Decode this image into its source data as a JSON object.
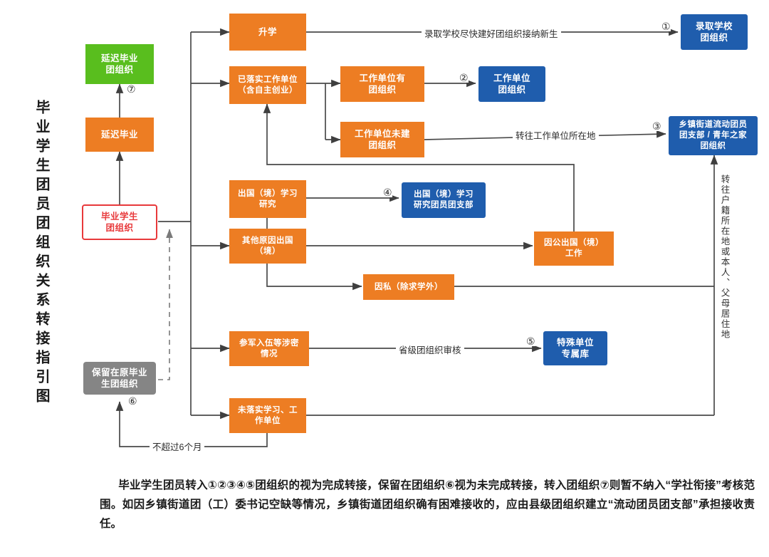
{
  "title_vertical": "毕业学生团员团组织关系转接指引图",
  "colors": {
    "orange": "#ED7D23",
    "blue": "#1F5DAD",
    "green": "#59BE1E",
    "gray": "#858585",
    "red": "#E8393B",
    "line": "#4a4a4a"
  },
  "nodes": {
    "delayed_grad_org": "延迟毕业\n团组织",
    "delayed_grad": "延迟毕业",
    "grad_student_org": "毕业学生\n团组织",
    "keep_original_org": "保留在原毕业\n生团组织",
    "further_study": "升学",
    "employed": "已落实工作单位\n（含自主创业）",
    "unit_has_org": "工作单位有\n团组织",
    "unit_no_org": "工作单位未建\n团组织",
    "abroad_study": "出国（境）学习\n研究",
    "abroad_other": "其他原因出国\n（境）",
    "abroad_public": "因公出国（境）\n工作",
    "abroad_private": "因私（除求学外）",
    "military": "参军入伍等涉密\n情况",
    "no_placement": "未落实学习、工\n作单位",
    "admit_school_org": "录取学校\n团组织",
    "work_unit_org": "工作单位\n团组织",
    "township_org": "乡镇街道流动团员\n团支部 / 青年之家\n团组织",
    "abroad_study_branch": "出国（境）学习\n研究团员团支部",
    "special_unit_db": "特殊单位\n专属库"
  },
  "edge_labels": {
    "admit_school": "录取学校尽快建好团组织接纳新生",
    "transfer_workplace": "转往工作单位所在地",
    "provincial_review": "省级团组织审核",
    "within_six_months": "不超过6个月",
    "transfer_household": "转往户籍所在地或本人、父母居住地"
  },
  "markers": {
    "one": "①",
    "two": "②",
    "three": "③",
    "four": "④",
    "five": "⑤",
    "six": "⑥",
    "seven": "⑦"
  },
  "footnote": {
    "line1": "毕业学生团员转入①②③④⑤团组织的视为完成转接，保留在团组织⑥视为未完成转接，转入团组织⑦则暂不纳入“学社衔接”考核范围。如因乡镇街道团（工）委书记空缺等情况，乡镇街道团组织确有困难接收的，应由县级团组织建立“流动团员团支部”承担接收责任。"
  },
  "chart_data": {
    "type": "diagram",
    "title": "毕业学生团员团组织关系转接指引图",
    "nodes": [
      {
        "id": "grad_student_org",
        "label": "毕业学生团组织",
        "style": "white-red-border"
      },
      {
        "id": "delayed_grad",
        "label": "延迟毕业",
        "style": "orange"
      },
      {
        "id": "delayed_grad_org",
        "label": "延迟毕业团组织",
        "style": "green",
        "marker": "⑦"
      },
      {
        "id": "keep_original_org",
        "label": "保留在原毕业生团组织",
        "style": "gray",
        "marker": "⑥"
      },
      {
        "id": "further_study",
        "label": "升学",
        "style": "orange"
      },
      {
        "id": "employed",
        "label": "已落实工作单位（含自主创业）",
        "style": "orange"
      },
      {
        "id": "unit_has_org",
        "label": "工作单位有团组织",
        "style": "orange"
      },
      {
        "id": "unit_no_org",
        "label": "工作单位未建团组织",
        "style": "orange"
      },
      {
        "id": "abroad_study",
        "label": "出国（境）学习研究",
        "style": "orange"
      },
      {
        "id": "abroad_other",
        "label": "其他原因出国（境）",
        "style": "orange"
      },
      {
        "id": "abroad_public",
        "label": "因公出国（境）工作",
        "style": "orange"
      },
      {
        "id": "abroad_private",
        "label": "因私（除求学外）",
        "style": "orange"
      },
      {
        "id": "military",
        "label": "参军入伍等涉密情况",
        "style": "orange"
      },
      {
        "id": "no_placement",
        "label": "未落实学习、工作单位",
        "style": "orange"
      },
      {
        "id": "admit_school_org",
        "label": "录取学校团组织",
        "style": "blue",
        "marker": "①"
      },
      {
        "id": "work_unit_org",
        "label": "工作单位团组织",
        "style": "blue",
        "marker": "②"
      },
      {
        "id": "township_org",
        "label": "乡镇街道流动团员团支部 / 青年之家团组织",
        "style": "blue",
        "marker": "③"
      },
      {
        "id": "abroad_study_branch",
        "label": "出国（境）学习研究团员团支部",
        "style": "blue",
        "marker": "④"
      },
      {
        "id": "special_unit_db",
        "label": "特殊单位专属库",
        "style": "blue",
        "marker": "⑤"
      }
    ],
    "edges": [
      {
        "from": "grad_student_org",
        "to": "further_study",
        "label": ""
      },
      {
        "from": "grad_student_org",
        "to": "employed",
        "label": ""
      },
      {
        "from": "grad_student_org",
        "to": "abroad_other",
        "label": ""
      },
      {
        "from": "grad_student_org",
        "to": "military",
        "label": ""
      },
      {
        "from": "grad_student_org",
        "to": "no_placement",
        "label": ""
      },
      {
        "from": "grad_student_org",
        "to": "delayed_grad",
        "label": ""
      },
      {
        "from": "delayed_grad",
        "to": "delayed_grad_org",
        "label": "",
        "marker": "⑦"
      },
      {
        "from": "further_study",
        "to": "admit_school_org",
        "label": "录取学校尽快建好团组织接纳新生",
        "marker": "①"
      },
      {
        "from": "employed",
        "to": "unit_has_org",
        "label": ""
      },
      {
        "from": "employed",
        "to": "unit_no_org",
        "label": ""
      },
      {
        "from": "unit_has_org",
        "to": "work_unit_org",
        "label": "",
        "marker": "②"
      },
      {
        "from": "unit_no_org",
        "to": "township_org",
        "label": "转往工作单位所在地",
        "marker": "③"
      },
      {
        "from": "abroad_study",
        "to": "abroad_study_branch",
        "label": "",
        "marker": "④"
      },
      {
        "from": "abroad_other",
        "to": "abroad_study",
        "label": ""
      },
      {
        "from": "abroad_other",
        "to": "abroad_public",
        "label": ""
      },
      {
        "from": "abroad_other",
        "to": "abroad_private",
        "label": ""
      },
      {
        "from": "abroad_public",
        "to": "employed",
        "label": ""
      },
      {
        "from": "abroad_private",
        "to": "township_org",
        "label": "转往户籍所在地或本人、父母居住地"
      },
      {
        "from": "military",
        "to": "special_unit_db",
        "label": "省级团组织审核",
        "marker": "⑤"
      },
      {
        "from": "no_placement",
        "to": "township_org",
        "label": "转往户籍所在地或本人、父母居住地"
      },
      {
        "from": "no_placement",
        "to": "keep_original_org",
        "label": "不超过6个月",
        "marker": "⑥"
      },
      {
        "from": "keep_original_org",
        "to": "grad_student_org",
        "label": "",
        "style": "dashed"
      }
    ]
  }
}
